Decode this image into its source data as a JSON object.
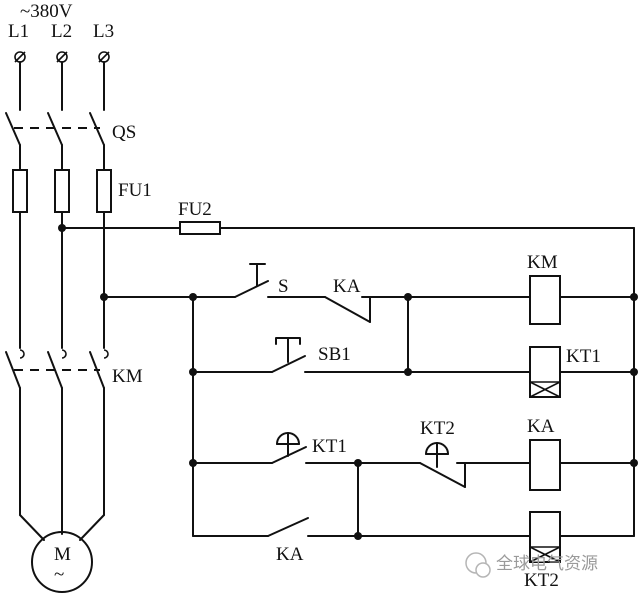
{
  "supply": {
    "voltage": "~380V",
    "phases": [
      "L1",
      "L2",
      "L3"
    ]
  },
  "power_circuit": {
    "isolator": "QS",
    "fuse": "FU1",
    "contactor": "KM",
    "motor": {
      "symbol": "M",
      "ac": "~"
    }
  },
  "control_circuit": {
    "fuse": "FU2",
    "switch": "S",
    "start_button": "SB1",
    "contacts": {
      "ka_nc": "KA",
      "kt1_timed": "KT1",
      "kt2_timed": "KT2",
      "ka_no": "KA"
    },
    "coils": {
      "km": "KM",
      "kt1": "KT1",
      "ka": "KA",
      "kt2": "KT2"
    }
  },
  "watermark": "全球电气资源"
}
